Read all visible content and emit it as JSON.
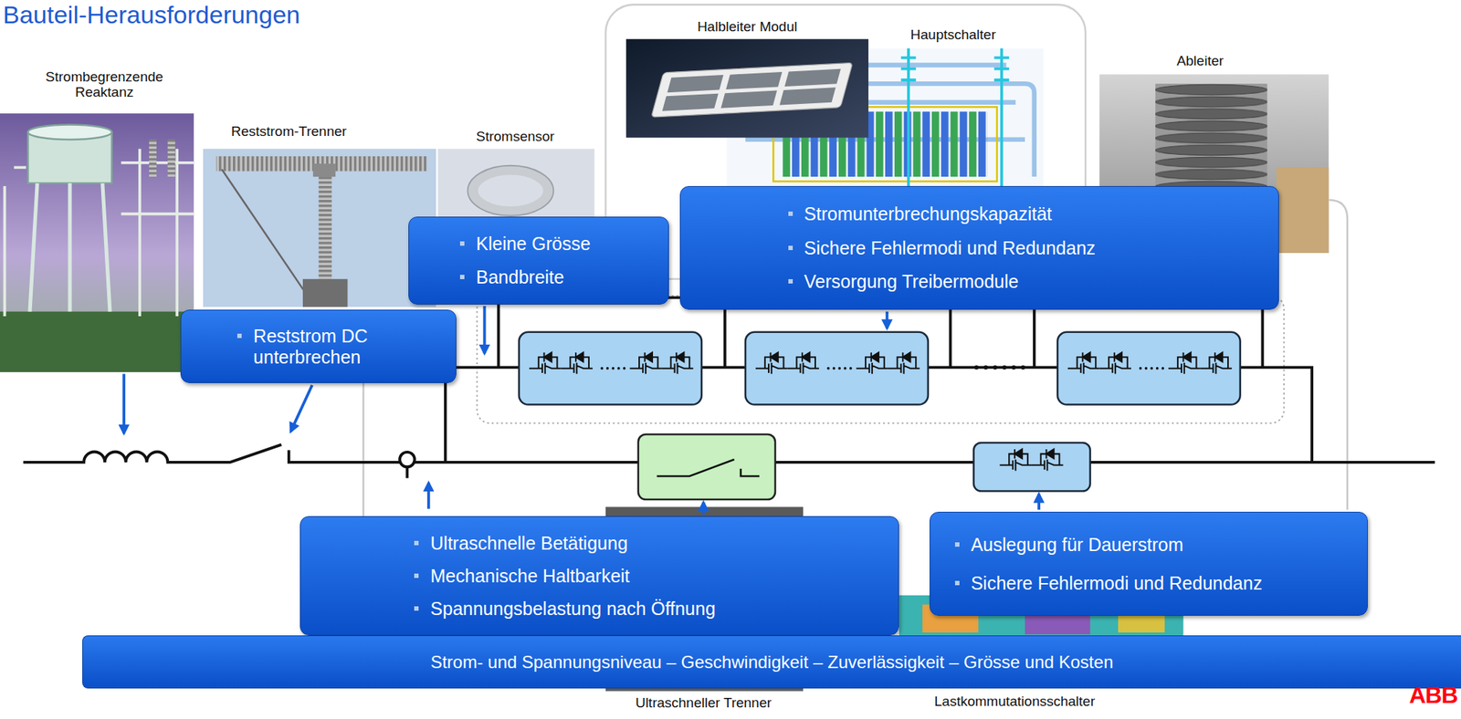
{
  "diagram": {
    "title": "Bauteil-Herausforderungen",
    "nodes": [
      {
        "text": [
          "Kleine Grösse",
          "Bandbreite"
        ]
      },
      {
        "text": [
          "Stromunterbrechungskapazität",
          "Sichere Fehlermodi und Redundanz",
          "Versorgung Treibermodule"
        ]
      },
      {
        "text": [
          "Reststrom DC unterbrechen"
        ]
      },
      {
        "text": [
          "Ultraschnelle Betätigung",
          "Mechanische Haltbarkeit",
          "Spannungsbelastung nach Öffnung"
        ]
      },
      {
        "text": [
          "Auslegung für Dauerstrom",
          "Sichere Fehlermodi und Redundanz"
        ]
      },
      {
        "text": [
          "Strom- und Spannungsniveau – Geschwindigkeit – Zuverlässigkeit – Grösse und Kosten"
        ]
      }
    ],
    "labels": [
      "Strombegrenzende Reaktanz",
      "Reststrom-Trenner",
      "Stromsensor",
      "Halbleiter Modul",
      "Hauptschalter",
      "Ableiter",
      "Ultraschneller Trenner",
      "Lastkommutationsschalter",
      "ABB"
    ]
  }
}
